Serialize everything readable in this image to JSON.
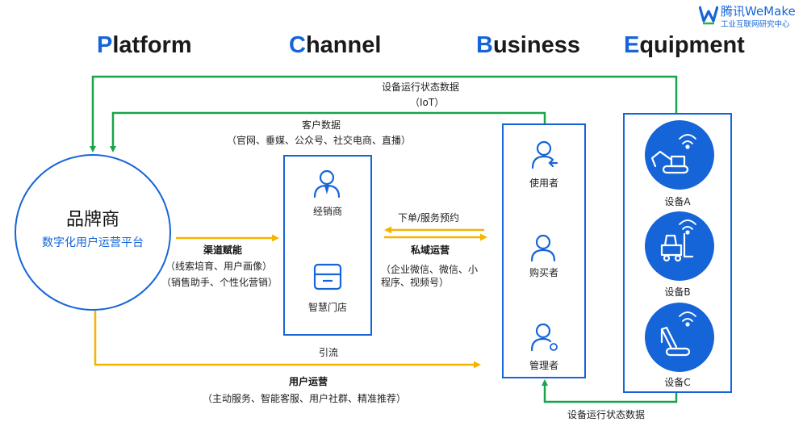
{
  "logo": {
    "title": "腾讯WeMake",
    "subtitle": "工业互联网研究中心"
  },
  "headers": [
    {
      "cap": "P",
      "rest": "latform"
    },
    {
      "cap": "C",
      "rest": "hannel"
    },
    {
      "cap": "B",
      "rest": "usiness"
    },
    {
      "cap": "E",
      "rest": "quipment"
    }
  ],
  "brand": {
    "title": "品牌商",
    "subtitle": "数字化用户运营平台"
  },
  "channel": {
    "dealer": "经销商",
    "store": "智慧门店"
  },
  "business": {
    "user": "使用者",
    "buyer": "购买者",
    "manager": "管理者"
  },
  "equipment": {
    "a": "设备A",
    "b": "设备B",
    "c": "设备C"
  },
  "flows": {
    "iot_title": "设备运行状态数据",
    "iot_sub": "（IoT）",
    "customer_title": "客户数据",
    "customer_sub": "（官网、垂媒、公众号、社交电商、直播）",
    "channel_title": "渠道赋能",
    "channel_sub1": "（线索培育、用户画像）",
    "channel_sub2": "（销售助手、个性化营销）",
    "order_title": "下单/服务预约",
    "private_title": "私域运营",
    "private_sub1": "（企业微信、微信、小",
    "private_sub2": "程序、视频号）",
    "traffic_title": "引流",
    "user_ops_title": "用户运营",
    "user_ops_sub": "（主动服务、智能客服、用户社群、精准推荐）",
    "bottom_status": "设备运行状态数据"
  },
  "colors": {
    "blue": "#1565d8",
    "green": "#1aa34a",
    "yellow": "#f5b400"
  }
}
